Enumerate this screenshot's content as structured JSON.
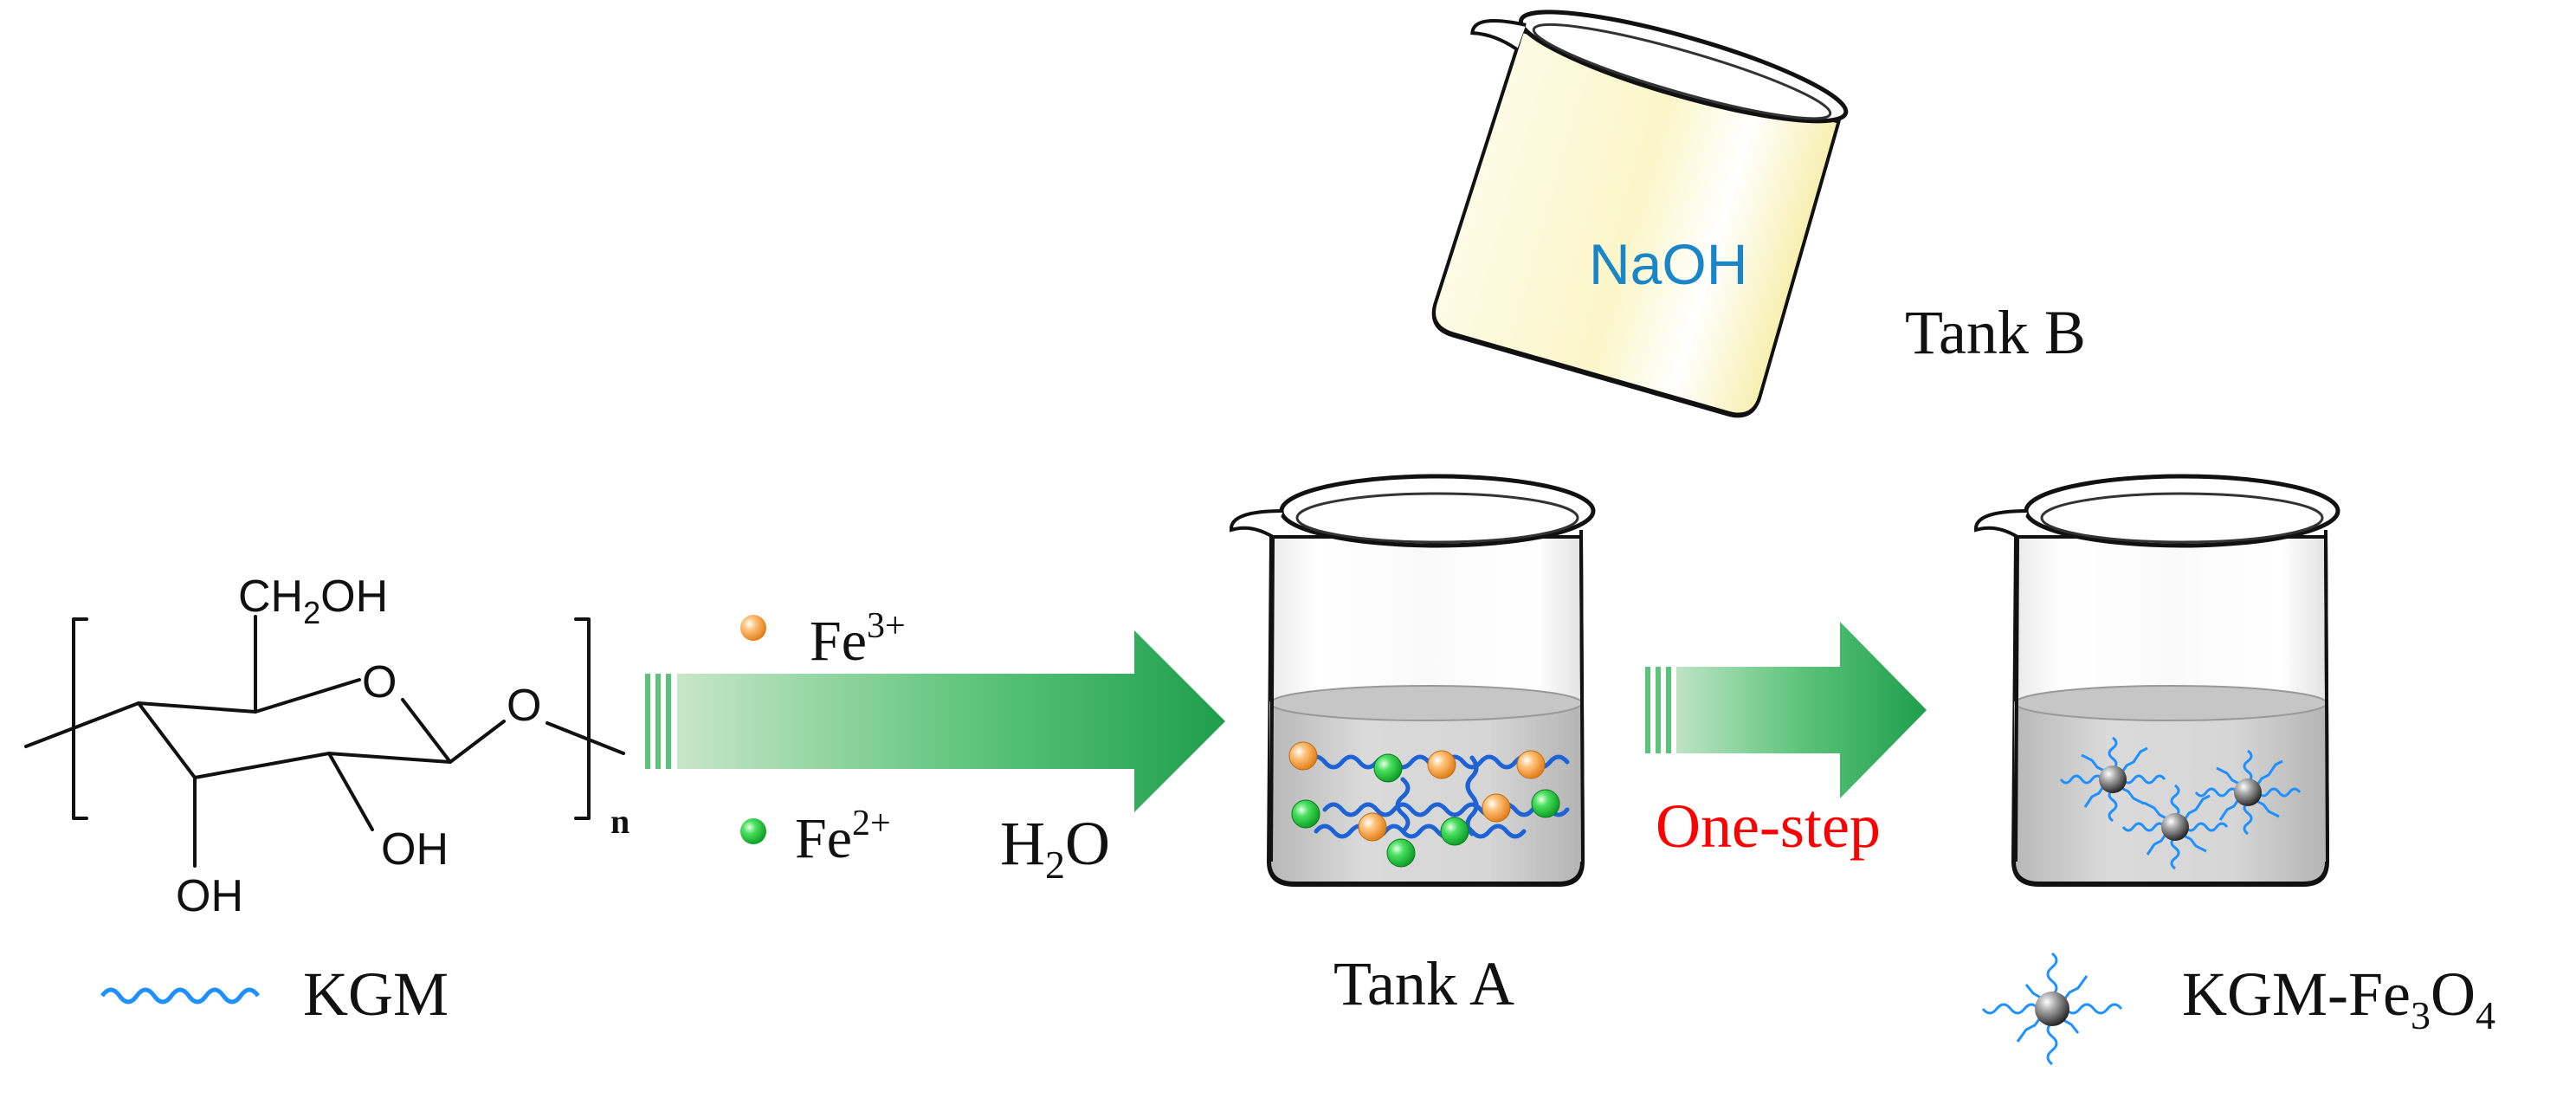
{
  "structure": {
    "ch2oh": "CH",
    "ch2oh_sub": "2",
    "ch2oh_tail": "OH",
    "ring_o": "O",
    "bridge_o": "O",
    "oh_right": "OH",
    "oh_left": "OH",
    "repeat_n": "n"
  },
  "legend": {
    "kgm_label": "KGM",
    "product_label_main": "KGM-Fe",
    "product_sub1": "3",
    "product_mid": "O",
    "product_sub2": "4"
  },
  "reagents": {
    "fe3_base": "Fe",
    "fe3_sup": "3+",
    "fe2_base": "Fe",
    "fe2_sup": "2+",
    "water_h": "H",
    "water_sub": "2",
    "water_o": "O"
  },
  "tanks": {
    "tank_a": "Tank A",
    "tank_b": "Tank B",
    "naoh": "NaOH"
  },
  "process": {
    "one_step": "One-step"
  },
  "colors": {
    "fe3": "#f39c3c",
    "fe2": "#2ecc40",
    "kgm_chain": "#1e90ff",
    "arrow_green": "#2ea85a",
    "one_step": "#ff0000",
    "naoh": "#1a86c8"
  }
}
